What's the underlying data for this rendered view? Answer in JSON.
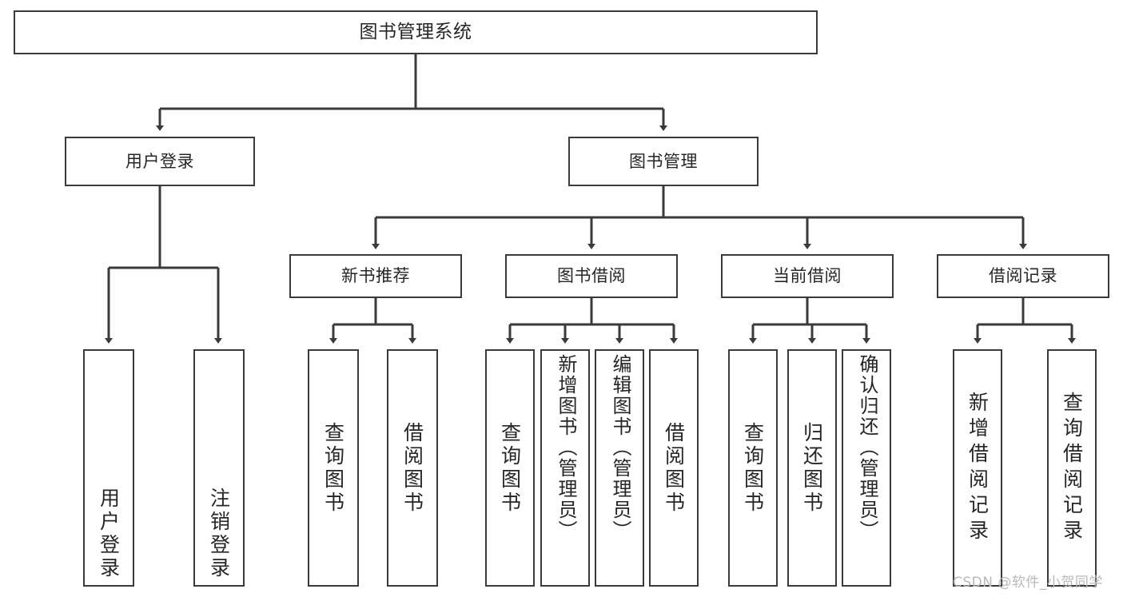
{
  "diagram": {
    "title": "图书管理系统",
    "watermark": "CSDN @软件_小贺同学",
    "colors": {
      "line": "#3a3a3a",
      "box_fill": "#ffffff",
      "text": "#262626",
      "watermark": "#b9b9b9",
      "background": "#ffffff"
    },
    "root": {
      "label": "图书管理系统"
    },
    "level1": [
      {
        "label": "用户登录"
      },
      {
        "label": "图书管理"
      }
    ],
    "level2": [
      {
        "label": "新书推荐"
      },
      {
        "label": "图书借阅"
      },
      {
        "label": "当前借阅"
      },
      {
        "label": "借阅记录"
      }
    ],
    "leaves": {
      "user_login": [
        {
          "label": "用户登录"
        },
        {
          "label": "注销登录"
        }
      ],
      "new_book": [
        {
          "label": "查询图书"
        },
        {
          "label": "借阅图书"
        }
      ],
      "book_borrow": [
        {
          "label": "查询图书"
        },
        {
          "label": "新增图书（管理员）"
        },
        {
          "label": "编辑图书（管理员）"
        },
        {
          "label": "借阅图书"
        }
      ],
      "current_borrow": [
        {
          "label": "查询图书"
        },
        {
          "label": "归还图书"
        },
        {
          "label": "确认归还（管理员）"
        }
      ],
      "borrow_record": [
        {
          "label": "新增借阅记录"
        },
        {
          "label": "查询借阅记录"
        }
      ]
    }
  }
}
